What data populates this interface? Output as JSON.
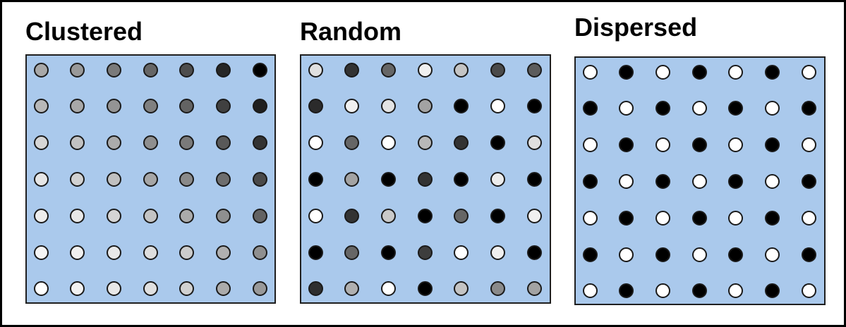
{
  "figure": {
    "description": "Three spatial pattern panels, each a 7x7 grid of shaded dots on a light blue square",
    "colors": {
      "background": "#ffffff",
      "outer_border": "#000000",
      "panel_fill": "#aac9ec",
      "panel_border": "#1f1f1f",
      "dot_outline": "#1a1a1a",
      "title_color": "#000000"
    },
    "panels": [
      {
        "title": "Clustered",
        "grid_rows": 7,
        "grid_cols": 7,
        "grid": [
          [
            "#a8a8a8",
            "#999999",
            "#7a7a7a",
            "#666666",
            "#4d4d4d",
            "#262626",
            "#000000"
          ],
          [
            "#b8b8b8",
            "#a8a8a8",
            "#949494",
            "#808080",
            "#636363",
            "#404040",
            "#1f1f1f"
          ],
          [
            "#d6d6d6",
            "#c2c2c2",
            "#ababab",
            "#8f8f8f",
            "#7a7a7a",
            "#595959",
            "#333333"
          ],
          [
            "#e6e6e6",
            "#d1d1d1",
            "#c0c0c0",
            "#a6a6a6",
            "#8a8a8a",
            "#6e6e6e",
            "#4a4a4a"
          ],
          [
            "#ededed",
            "#e8e8e8",
            "#d4d4d4",
            "#c4c4c4",
            "#ababab",
            "#8f8f8f",
            "#636363"
          ],
          [
            "#f5f5f5",
            "#f0f0f0",
            "#e8e8e8",
            "#dedede",
            "#cccccc",
            "#b0b0b0",
            "#8f8f8f"
          ],
          [
            "#ffffff",
            "#f2f2f2",
            "#e8e8e8",
            "#e0e0e0",
            "#d1d1d1",
            "#ababab",
            "#999999"
          ]
        ]
      },
      {
        "title": "Random",
        "grid_rows": 7,
        "grid_cols": 7,
        "grid": [
          [
            "#e0e0e0",
            "#333333",
            "#666666",
            "#f0f0f0",
            "#c4c4c4",
            "#4a4a4a",
            "#5c5c5c"
          ],
          [
            "#2b2b2b",
            "#f0f0f0",
            "#e3e3e3",
            "#a3a3a3",
            "#000000",
            "#ffffff",
            "#000000"
          ],
          [
            "#ffffff",
            "#666666",
            "#ffffff",
            "#b8b8b8",
            "#333333",
            "#000000",
            "#e0e0e0"
          ],
          [
            "#000000",
            "#a3a3a3",
            "#000000",
            "#333333",
            "#000000",
            "#ececec",
            "#000000"
          ],
          [
            "#ffffff",
            "#333333",
            "#c9c9c9",
            "#000000",
            "#666666",
            "#000000",
            "#f0f0f0"
          ],
          [
            "#000000",
            "#666666",
            "#000000",
            "#3d3d3d",
            "#ffffff",
            "#f0f0f0",
            "#000000"
          ],
          [
            "#2e2e2e",
            "#b0b0b0",
            "#ffffff",
            "#000000",
            "#c4c4c4",
            "#8a8a8a",
            "#a3a3a3"
          ]
        ]
      },
      {
        "title": "Dispersed",
        "grid_rows": 7,
        "grid_cols": 7,
        "grid": [
          [
            "#ffffff",
            "#000000",
            "#ffffff",
            "#000000",
            "#ffffff",
            "#000000",
            "#ffffff"
          ],
          [
            "#000000",
            "#ffffff",
            "#000000",
            "#ffffff",
            "#000000",
            "#ffffff",
            "#000000"
          ],
          [
            "#ffffff",
            "#000000",
            "#ffffff",
            "#000000",
            "#ffffff",
            "#000000",
            "#ffffff"
          ],
          [
            "#000000",
            "#ffffff",
            "#000000",
            "#ffffff",
            "#000000",
            "#ffffff",
            "#000000"
          ],
          [
            "#ffffff",
            "#000000",
            "#ffffff",
            "#000000",
            "#ffffff",
            "#000000",
            "#ffffff"
          ],
          [
            "#000000",
            "#ffffff",
            "#000000",
            "#ffffff",
            "#000000",
            "#ffffff",
            "#000000"
          ],
          [
            "#ffffff",
            "#000000",
            "#ffffff",
            "#000000",
            "#ffffff",
            "#000000",
            "#ffffff"
          ]
        ]
      }
    ]
  }
}
